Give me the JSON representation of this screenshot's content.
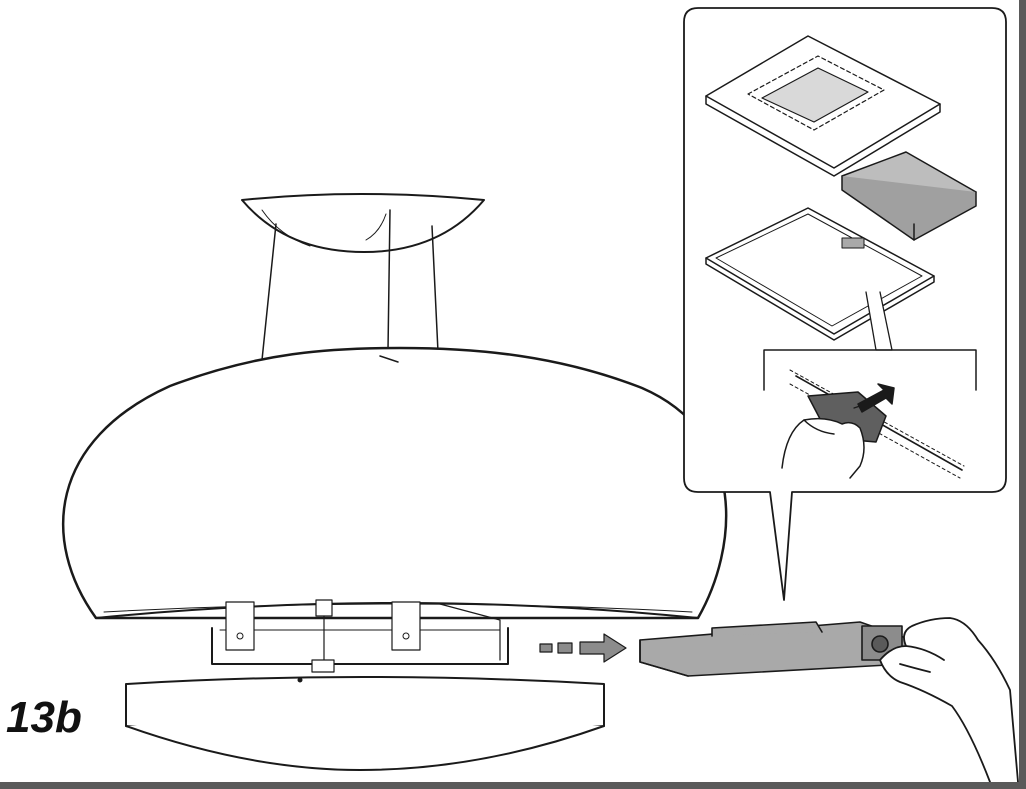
{
  "figure": {
    "label": "13b"
  },
  "colors": {
    "line": "#1a1a1a",
    "filter_grey": "#a9a9a9",
    "filter_dark": "#8c8c8c",
    "frame": "#5a5a5a"
  },
  "icons": {
    "hood": "island-hood-dome",
    "filter": "grease-filter",
    "arrow": "dashed-arrow-right",
    "hand": "hand"
  }
}
